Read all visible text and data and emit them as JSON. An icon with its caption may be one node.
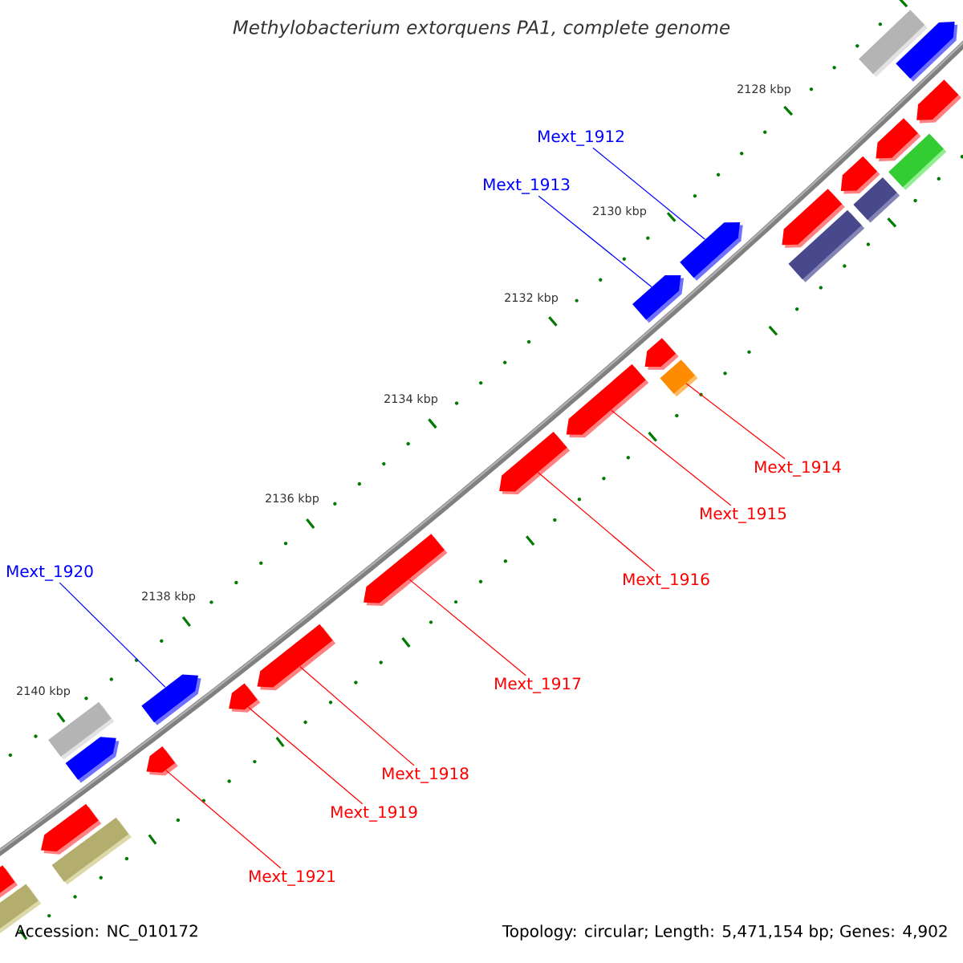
{
  "diagram": {
    "title": "Methylobacterium extorquens PA1, complete genome",
    "nodes": [
      {
        "text": [
          "Mext_1912"
        ]
      },
      {
        "text": [
          "Mext_1913"
        ]
      },
      {
        "text": [
          "Mext_1914"
        ]
      },
      {
        "text": [
          "Mext_1915"
        ]
      },
      {
        "text": [
          "Mext_1916"
        ]
      },
      {
        "text": [
          "Mext_1917"
        ]
      },
      {
        "text": [
          "Mext_1918"
        ]
      },
      {
        "text": [
          "Mext_1919"
        ]
      },
      {
        "text": [
          "Mext_1920"
        ]
      },
      {
        "text": [
          "Mext_1921"
        ]
      },
      {
        "text": [],
        "shape": "arrow"
      },
      {
        "text": [],
        "shape": "box"
      },
      {
        "text": [],
        "shape": "arrow"
      },
      {
        "text": [],
        "shape": "box"
      },
      {
        "text": [],
        "shape": "arrow"
      },
      {
        "text": [],
        "shape": "arrow"
      },
      {
        "text": [],
        "shape": "box"
      },
      {
        "text": [],
        "shape": "arrow"
      },
      {
        "text": [],
        "shape": "box"
      },
      {
        "text": [],
        "shape": "arrow"
      },
      {
        "text": [],
        "shape": "arrow"
      },
      {
        "text": [],
        "shape": "arrow"
      },
      {
        "text": [],
        "shape": "box"
      },
      {
        "text": [],
        "shape": "arrow"
      },
      {
        "text": [],
        "shape": "arrow"
      },
      {
        "text": [],
        "shape": "arrow"
      },
      {
        "text": [],
        "shape": "arrow"
      },
      {
        "text": [],
        "shape": "arrow"
      },
      {
        "text": [],
        "shape": "arrow"
      },
      {
        "text": [],
        "shape": "arrow"
      },
      {
        "text": [],
        "shape": "box"
      },
      {
        "text": [],
        "shape": "arrow"
      },
      {
        "text": [],
        "shape": "arrow"
      },
      {
        "text": [],
        "shape": "box"
      },
      {
        "text": [],
        "shape": "arrow"
      },
      {
        "text": [],
        "shape": "box"
      }
    ],
    "edges": [
      {
        "from": 0,
        "to": 19,
        "arrow": "none",
        "color": "#0000ff"
      },
      {
        "from": 1,
        "to": 20,
        "arrow": "none",
        "color": "#0000ff"
      },
      {
        "from": 2,
        "to": 22,
        "arrow": "none"
      },
      {
        "from": 3,
        "to": 23,
        "arrow": "none"
      },
      {
        "from": 4,
        "to": 24,
        "arrow": "none"
      },
      {
        "from": 5,
        "to": 25,
        "arrow": "none"
      },
      {
        "from": 6,
        "to": 26,
        "arrow": "none"
      },
      {
        "from": 7,
        "to": 27,
        "arrow": "none"
      },
      {
        "from": 8,
        "to": 28,
        "arrow": "none",
        "color": "#0000ff"
      },
      {
        "from": 9,
        "to": 29,
        "arrow": "none"
      }
    ],
    "labels": [
      "2128 kbp",
      "2130 kbp",
      "2132 kbp",
      "2134 kbp",
      "2136 kbp",
      "2138 kbp",
      "2140 kbp",
      "Accession: NC_010172",
      "Topology: circular; Length: 5,471,154 bp; Genes: 4,902"
    ]
  }
}
